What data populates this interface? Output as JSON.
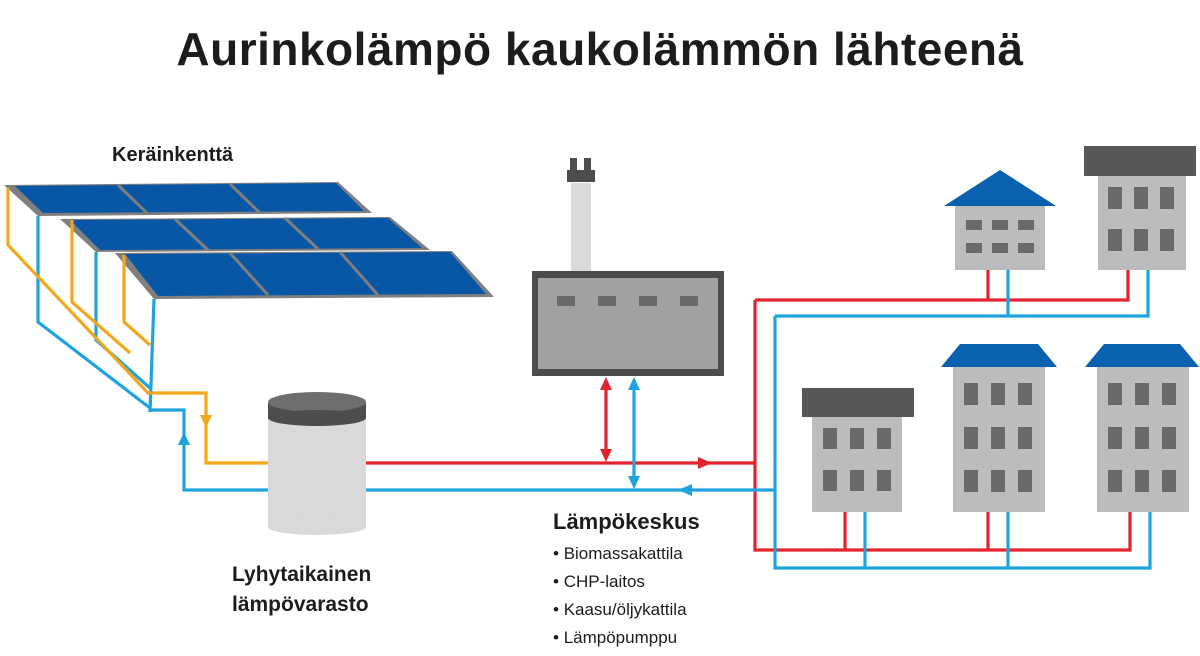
{
  "title": "Aurinkolämpö kaukolämmön lähteenä",
  "labels": {
    "collector_field": "Keräinkenttä",
    "storage_line1": "Lyhytaikainen",
    "storage_line2": "lämpövarasto",
    "heat_center": "Lämpökeskus"
  },
  "heat_sources": [
    "Biomassakattila",
    "CHP-laitos",
    "Kaasu/öljykattila",
    "Lämpöpumppu"
  ],
  "colors": {
    "supply_pipe": "#e2232e",
    "return_pipe": "#1ea3e0",
    "collector_pipe": "#f3a71d",
    "panel_blue": "#0757a6",
    "roof_blue": "#0a61b0",
    "building_grey": "#bcbcbe",
    "window_grey": "#6a6a6c",
    "flat_roof": "#575757"
  }
}
